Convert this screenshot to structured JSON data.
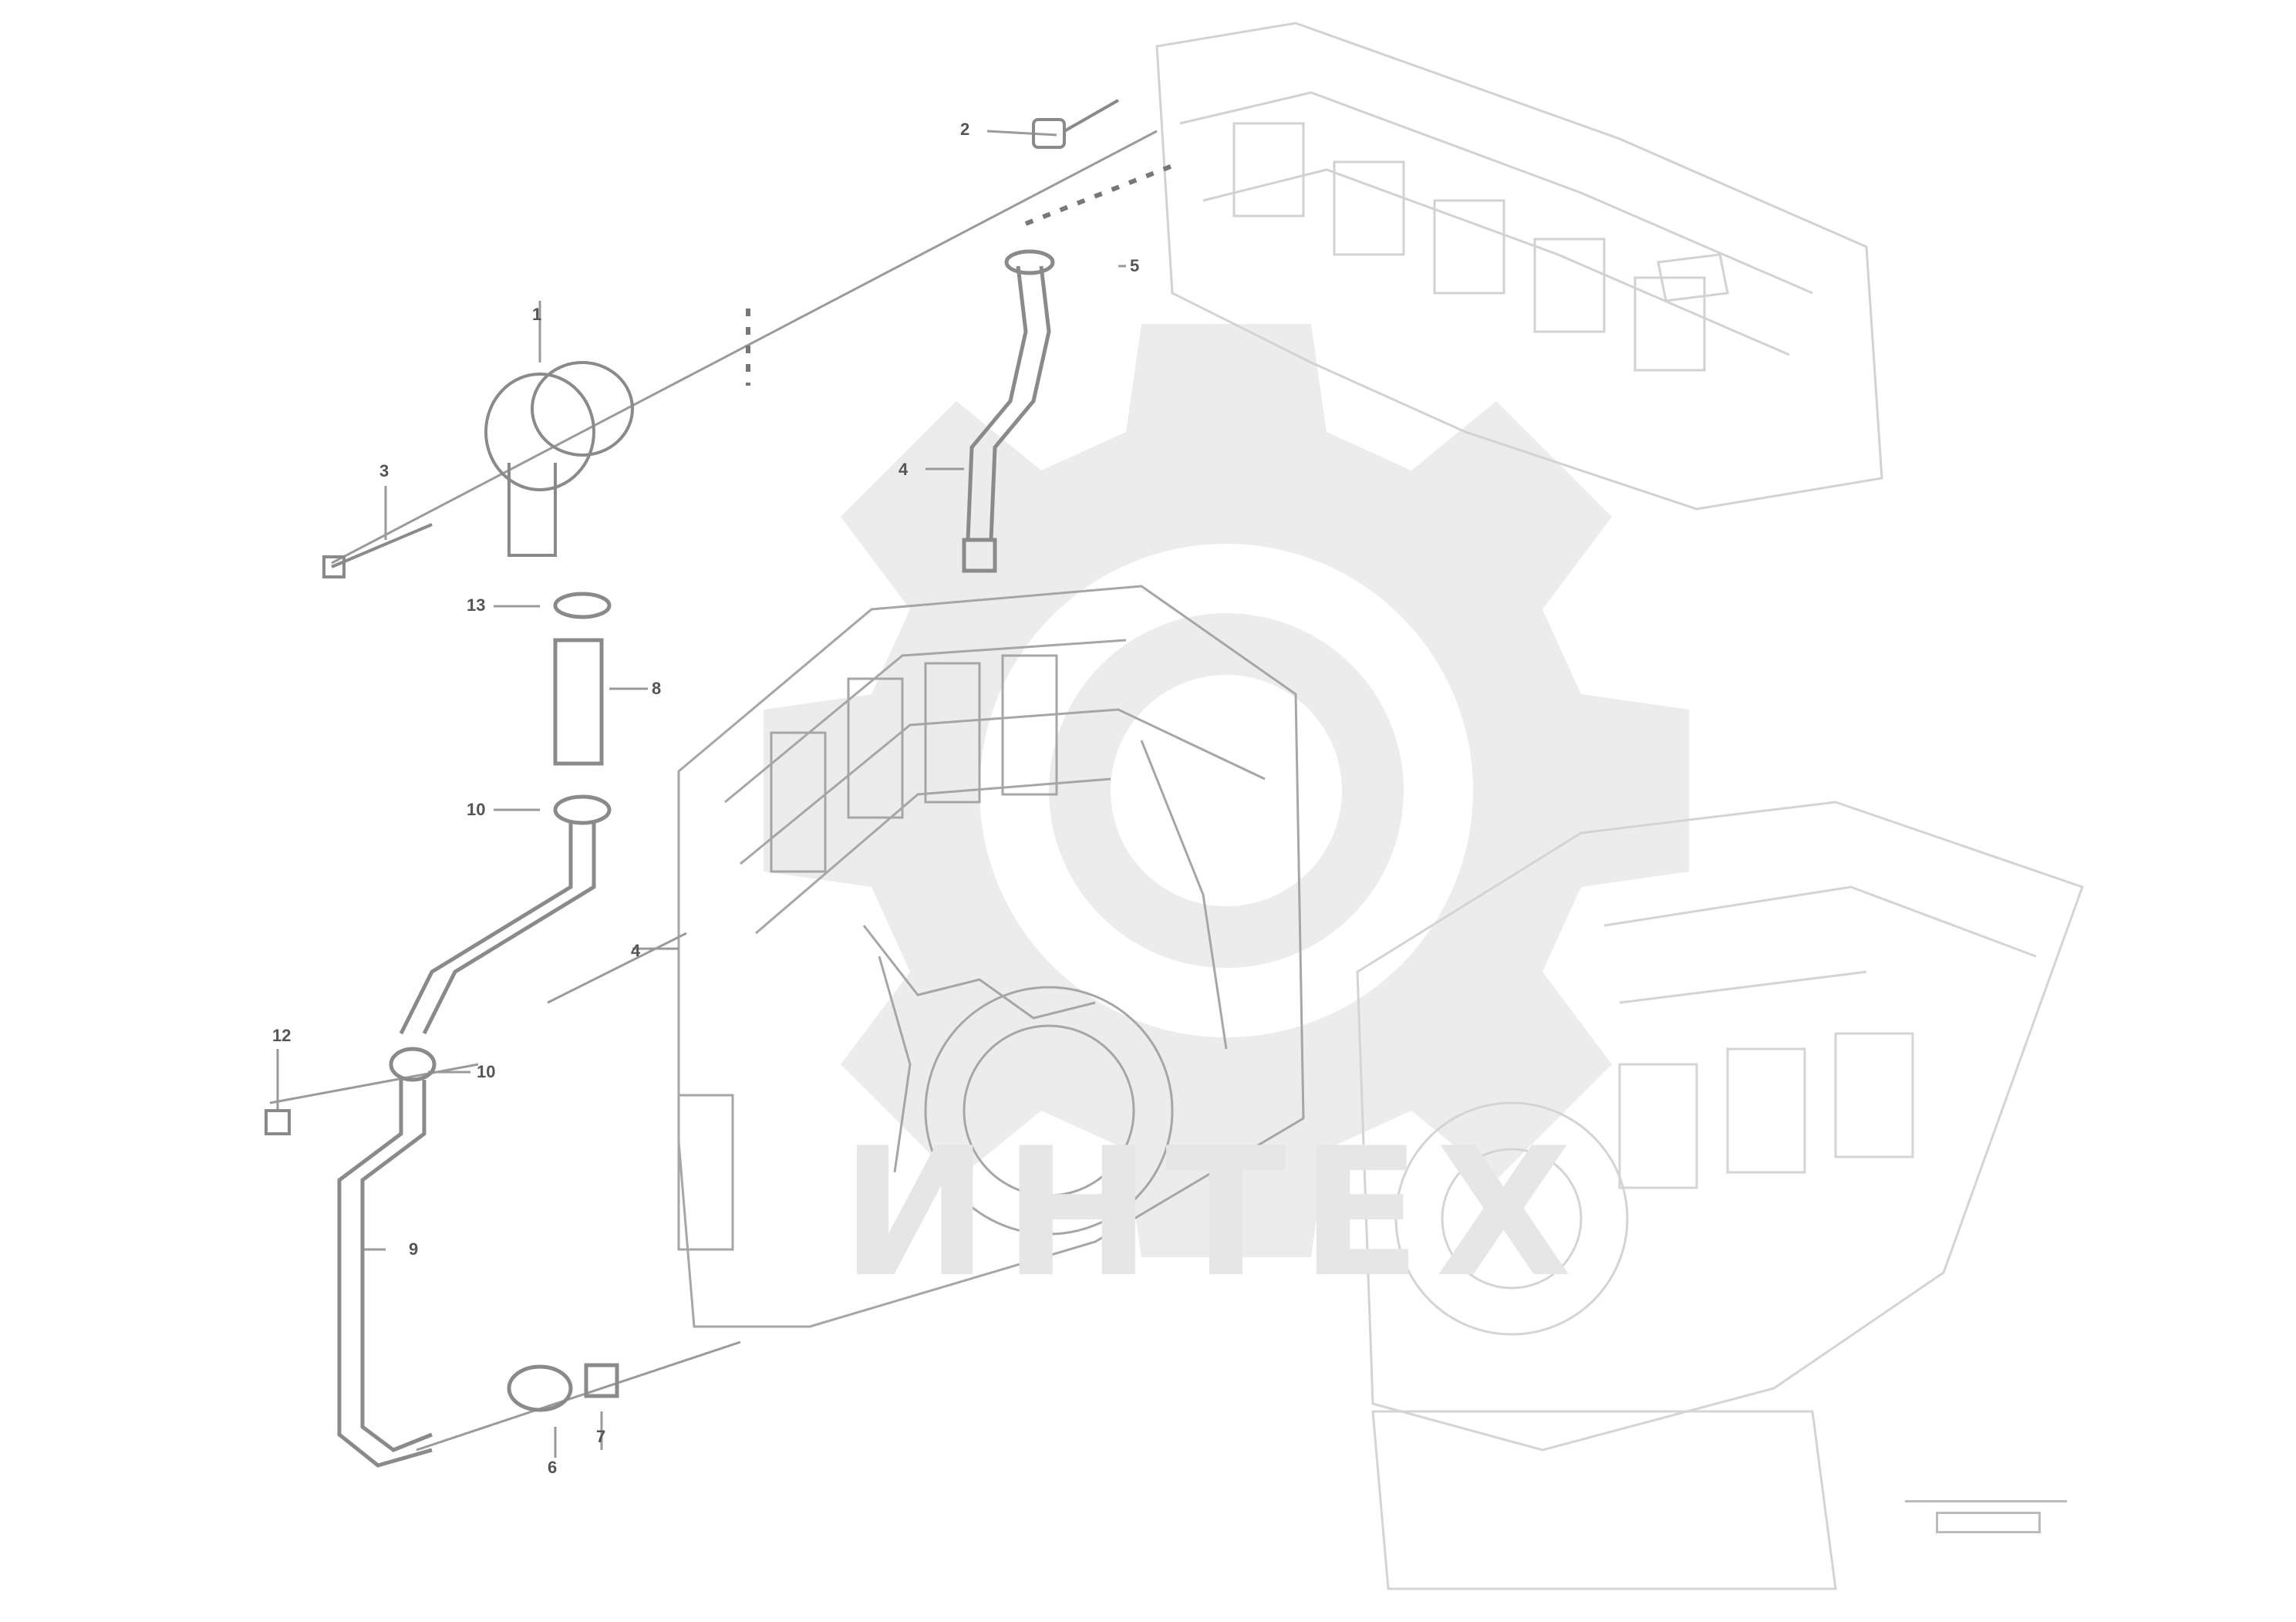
{
  "watermark": {
    "text": "ИНТЕХ",
    "color": "#e6e6e6"
  },
  "callouts": [
    {
      "id": "c-2",
      "label": "2"
    },
    {
      "id": "c-5-top",
      "label": "5"
    },
    {
      "id": "c-1",
      "label": "1"
    },
    {
      "id": "c-3",
      "label": "3"
    },
    {
      "id": "c-4-upper",
      "label": "4"
    },
    {
      "id": "c-13",
      "label": "13"
    },
    {
      "id": "c-8",
      "label": "8"
    },
    {
      "id": "c-10",
      "label": "10"
    },
    {
      "id": "c-4-mid",
      "label": "4"
    },
    {
      "id": "c-12",
      "label": "12"
    },
    {
      "id": "c-10b",
      "label": "10"
    },
    {
      "id": "c-9",
      "label": "9"
    },
    {
      "id": "c-6",
      "label": "6"
    },
    {
      "id": "c-7",
      "label": "7"
    }
  ],
  "reference": {
    "line1": "",
    "code": ""
  },
  "colors": {
    "line": "#9a9a9a",
    "faint": "#cfcfcf",
    "watermark": "#e9e9e9"
  }
}
